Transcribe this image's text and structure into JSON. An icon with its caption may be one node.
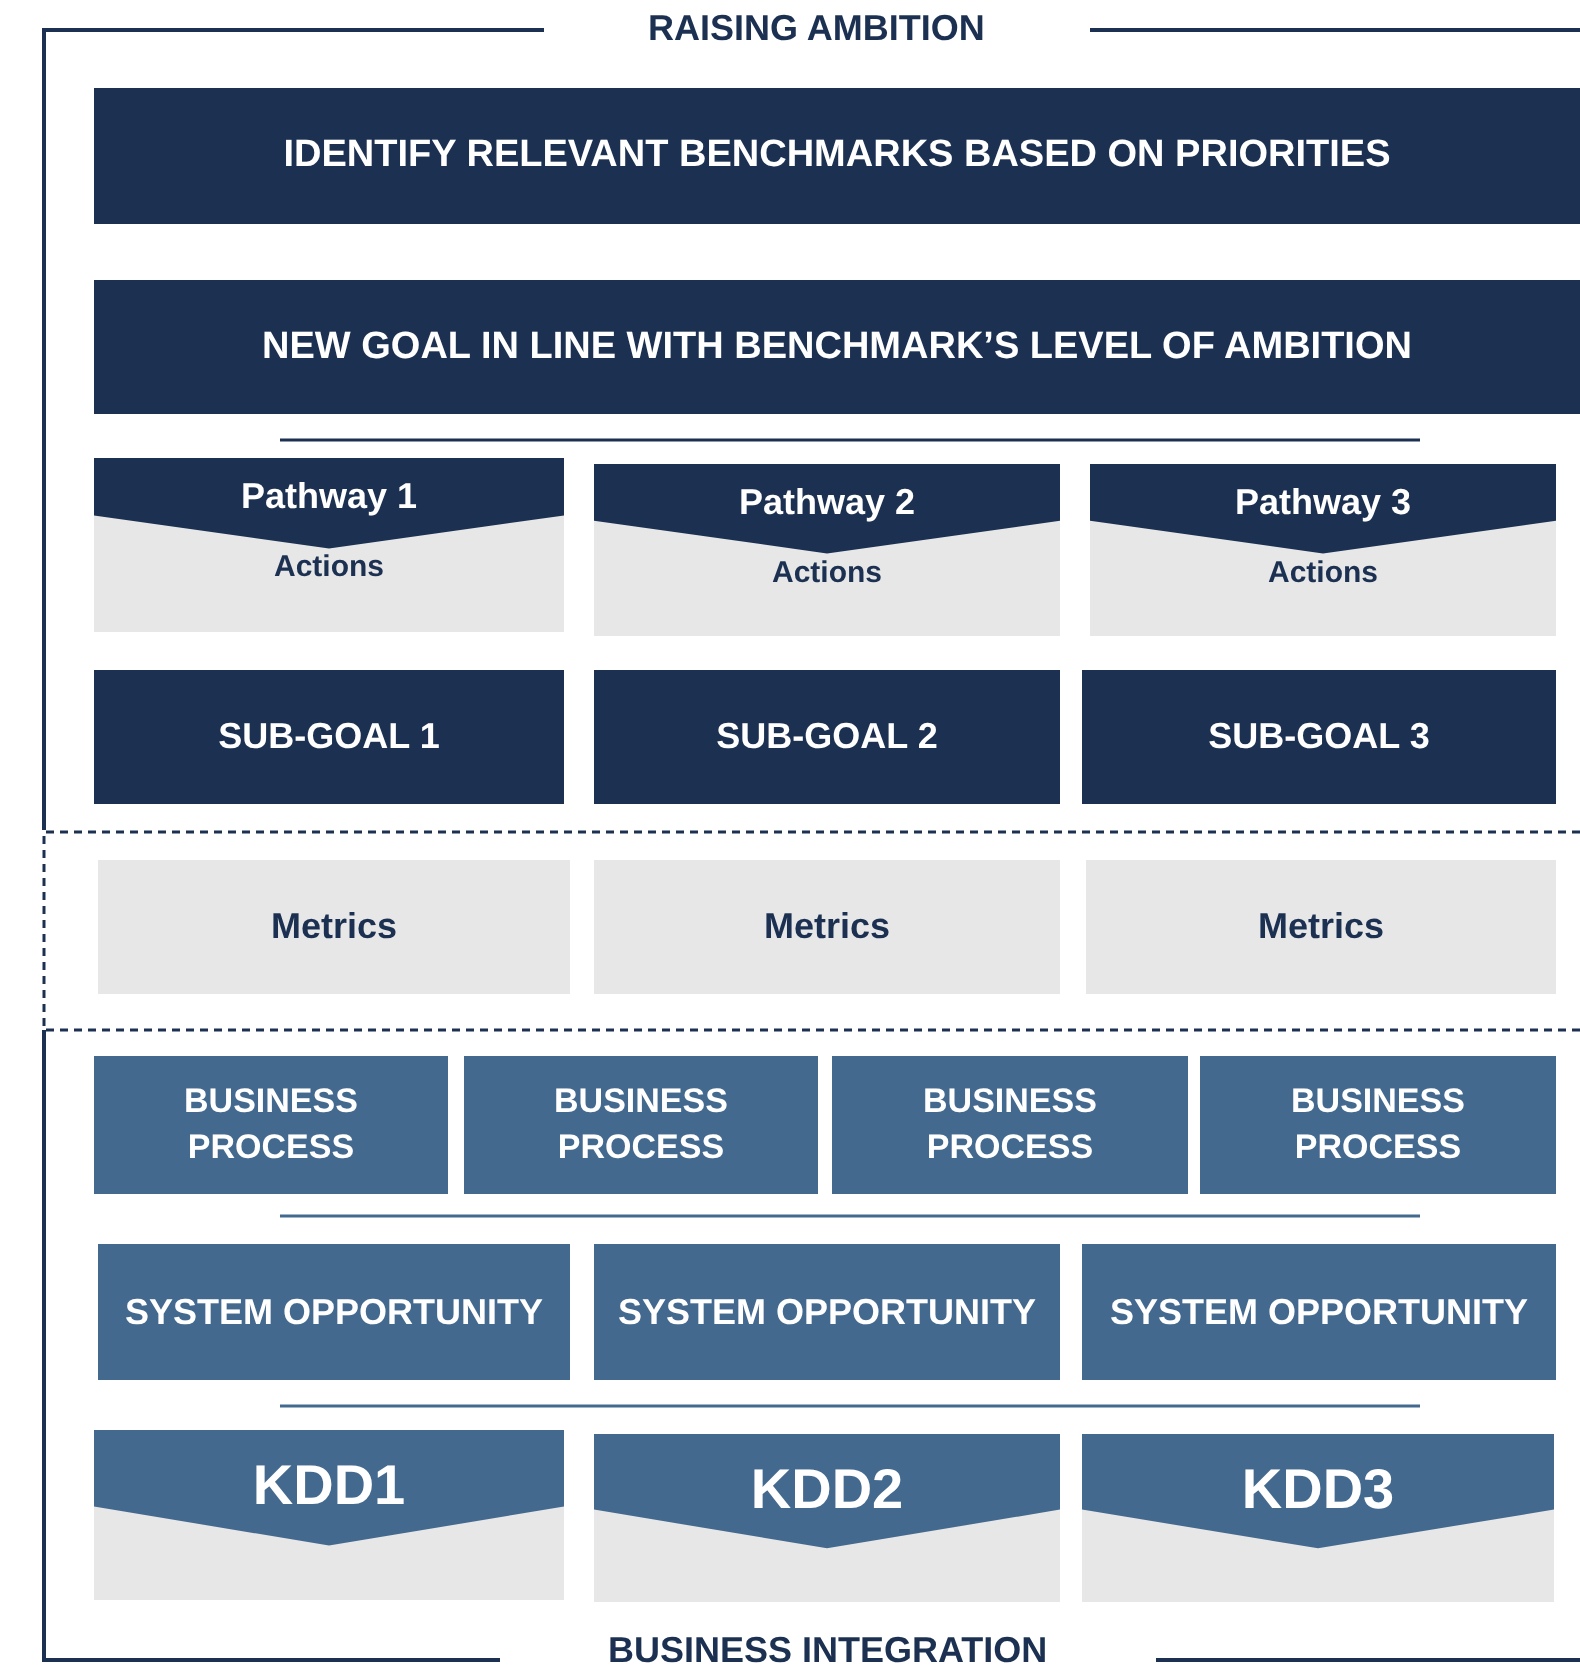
{
  "diagram": {
    "title": "RAISING AMBITION",
    "caption": "BUSINESS INTEGRATION",
    "nodes": [
      {
        "text": [
          "IDENTIFY RELEVANT BENCHMARKS BASED ON PRIORITIES"
        ]
      },
      {
        "text": [
          "NEW GOAL IN LINE WITH BENCHMARK’S LEVEL OF AMBITION"
        ]
      },
      {
        "text": [
          "Pathway 1",
          "Actions"
        ]
      },
      {
        "text": [
          "Pathway 2",
          "Actions"
        ]
      },
      {
        "text": [
          "Pathway 3",
          "Actions"
        ]
      },
      {
        "text": [
          "SUB-GOAL 1"
        ]
      },
      {
        "text": [
          "SUB-GOAL 2"
        ]
      },
      {
        "text": [
          "SUB-GOAL 3"
        ]
      },
      {
        "text": [
          "Metrics"
        ]
      },
      {
        "text": [
          "Metrics"
        ]
      },
      {
        "text": [
          "Metrics"
        ]
      },
      {
        "text": [
          "BUSINESS PROCESS"
        ]
      },
      {
        "text": [
          "BUSINESS PROCESS"
        ]
      },
      {
        "text": [
          "BUSINESS PROCESS"
        ]
      },
      {
        "text": [
          "BUSINESS PROCESS"
        ]
      },
      {
        "text": [
          "SYSTEM OPPORTUNITY"
        ]
      },
      {
        "text": [
          "SYSTEM OPPORTUNITY"
        ]
      },
      {
        "text": [
          "SYSTEM OPPORTUNITY"
        ]
      },
      {
        "text": [
          "KDD1"
        ]
      },
      {
        "text": [
          "KDD2"
        ]
      },
      {
        "text": [
          "KDD3"
        ]
      }
    ]
  }
}
